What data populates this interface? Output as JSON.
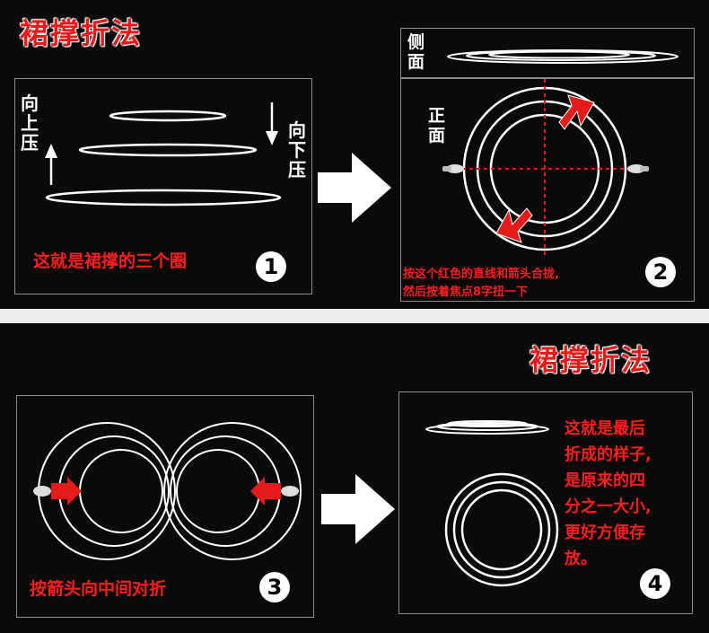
{
  "title": "裙撑折法",
  "step1": {
    "label_up": "向上压",
    "label_down": "向下压",
    "caption": "这就是裙撑的三个圈",
    "number": "1"
  },
  "step2": {
    "label_side": "侧面",
    "label_front": "正面",
    "caption_line1": "按这个红色的直线和箭头合拢,",
    "caption_line2": "然后按着焦点8字扭一下",
    "number": "2"
  },
  "step3": {
    "caption": "按箭头向中间对折",
    "number": "3"
  },
  "step4": {
    "caption_lines": [
      "这就是最后",
      "折成的样子,",
      "是原来的四",
      "分之一大小,",
      "更好方便存",
      "放。"
    ],
    "number": "4"
  },
  "colors": {
    "background": "#0a0a0a",
    "panel_border": "#8a8a8a",
    "title_red": "#e31b1b",
    "caption_red": "#ff1e1e",
    "ring": "#ffffff",
    "divider": "#ededed"
  }
}
